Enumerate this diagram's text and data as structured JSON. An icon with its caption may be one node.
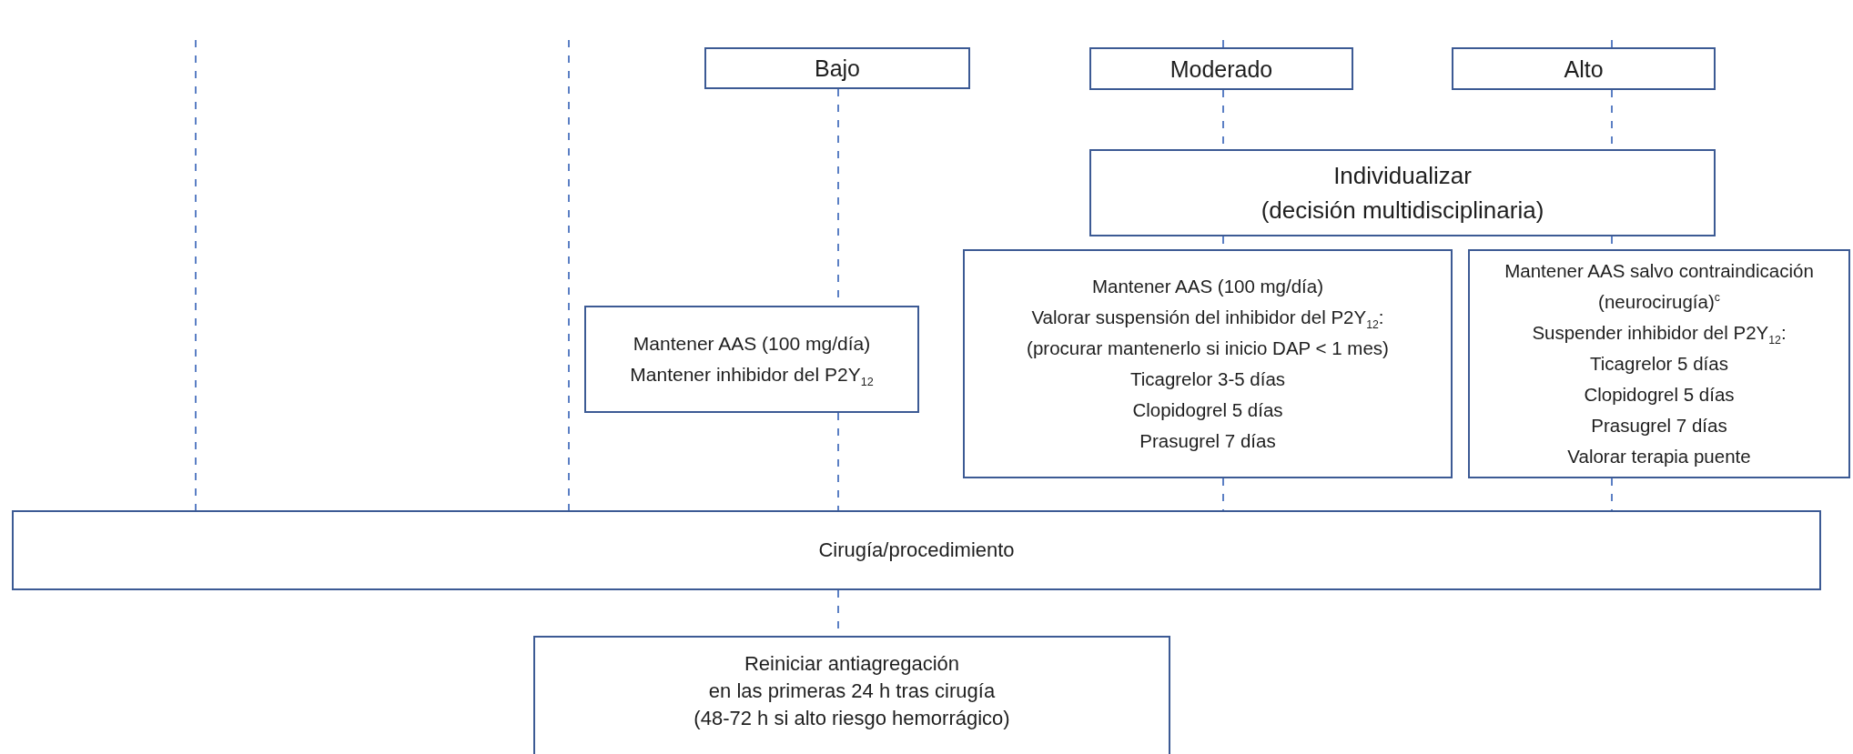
{
  "diagram": {
    "nodes": [
      {
        "text": [
          "Bajo"
        ]
      },
      {
        "text": [
          "Moderado"
        ]
      },
      {
        "text": [
          "Alto"
        ]
      },
      {
        "text": [
          "Individualizar",
          "(decisión multidisciplinaria)"
        ]
      },
      {
        "text": [
          "Mantener AAS (100 mg/día)",
          "Mantener inhibidor del P2Y$_{12}$"
        ]
      },
      {
        "text": [
          "Mantener AAS (100 mg/día)",
          "Valorar suspensión del inhibidor del P2Y$_{12}$:",
          "(procurar mantenerlo si inicio DAP < 1 mes)",
          "Ticagrelor 3-5 días",
          "Clopidogrel 5 días",
          "Prasugrel 7 días"
        ]
      },
      {
        "text": [
          "Mantener AAS salvo contraindicación (neurocirugía)$^{c}$",
          "Suspender inhibidor del P2Y$_{12}$:",
          "Ticagrelor 5 días",
          "Clopidogrel 5 días",
          "Prasugrel 7 días",
          "Valorar terapia puente"
        ]
      },
      {
        "text": [
          "Cirugía/procedimiento"
        ]
      },
      {
        "text": [
          "Reiniciar antiagregación",
          "en las primeras 24 h tras cirugía",
          "(48-72 h si alto riesgo hemorrágico)"
        ]
      }
    ],
    "edges": [
      {
        "from": null,
        "to": 7,
        "arrow": "none",
        "style": "dashed"
      },
      {
        "from": null,
        "to": 7,
        "arrow": "none",
        "style": "dashed"
      },
      {
        "from": 0,
        "to": 4,
        "arrow": "none",
        "style": "dashed"
      },
      {
        "from": 4,
        "to": 7,
        "arrow": "none",
        "style": "dashed"
      },
      {
        "from": null,
        "to": 1,
        "arrow": "none",
        "style": "dashed"
      },
      {
        "from": 1,
        "to": 3,
        "arrow": "none",
        "style": "dashed"
      },
      {
        "from": 3,
        "to": 5,
        "arrow": "none",
        "style": "dashed"
      },
      {
        "from": 5,
        "to": 7,
        "arrow": "none",
        "style": "dashed"
      },
      {
        "from": null,
        "to": 2,
        "arrow": "none",
        "style": "dashed"
      },
      {
        "from": 2,
        "to": 3,
        "arrow": "none",
        "style": "dashed"
      },
      {
        "from": 3,
        "to": 6,
        "arrow": "none",
        "style": "dashed"
      },
      {
        "from": 6,
        "to": 7,
        "arrow": "none",
        "style": "dashed"
      },
      {
        "from": 7,
        "to": 8,
        "arrow": "none",
        "style": "dashed"
      }
    ]
  }
}
